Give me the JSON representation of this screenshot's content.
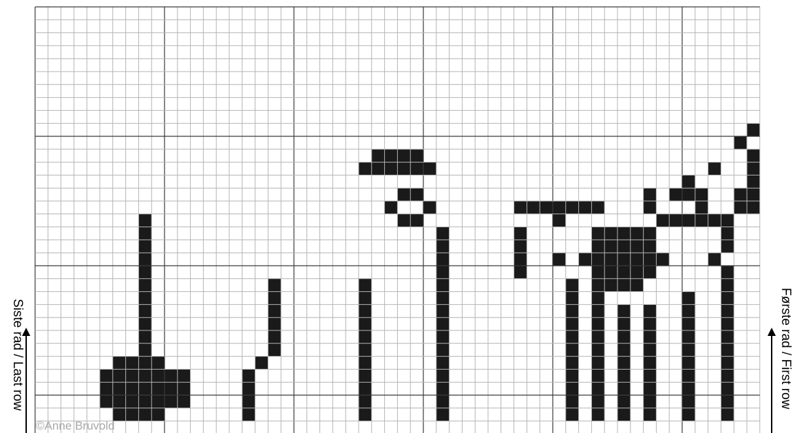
{
  "labels": {
    "left": "Siste rad / Last row",
    "right": "Første rad / First row",
    "credit": "©Anne Bruvold"
  },
  "pattern": {
    "cols": 56,
    "rows": 33,
    "major_every": 10,
    "colors": {
      "background": "#ffffff",
      "grid_minor": "#b4b4b4",
      "grid_major": "#3a3a3a",
      "stitch": "#1a1a1a"
    },
    "rows_data": [
      "........................................................",
      "........................................................",
      "........................................................",
      "........................................................",
      "........................................................",
      "........................................................",
      "........................................................",
      "........................................................",
      "........................................................",
      ".......................................................#",
      "......................................................#.",
      "..........................####.........................#",
      ".........................######.....................#..#",
      "..................................................#....#",
      "............................##.................#.###..##",
      "...........................#..#......#######...#...#..##",
      "........#...................##..........#.......######..",
      "........#......................#.....#.....#####.....#..",
      "........#......................#.....#.....#####.....#..",
      "........#......................#.....#..#.#######...#...",
      "........#......................#.....#.....#####.....#..",
      "........#.........#......#.....#.........#.####......#..",
      "........#.........#......#.....#.........#.#......#..#..",
      "........#.........#......#.....#.........#.#.#.#..#..#..",
      "........#.........#......#.....#.........#.#.#.#..#..#..",
      "........#.........#......#.....#.........#.#.#.#..#..#..",
      "........#.........#......#.....#.........#.#.#.#..#..#..",
      "......####.......#.......#.....#.........#.#.#.#..#..#..",
      ".....#######....#........#.....#.........#.#.#.#..#..#..",
      ".....#######....#........#.....#.........#.#.#.#..#..#..",
      ".....#######....#........#.....#.........#.#.#.#..#..#..",
      "......####......#........#.....#.........#.#.#.#..#..#..",
      "........................................................"
    ]
  }
}
